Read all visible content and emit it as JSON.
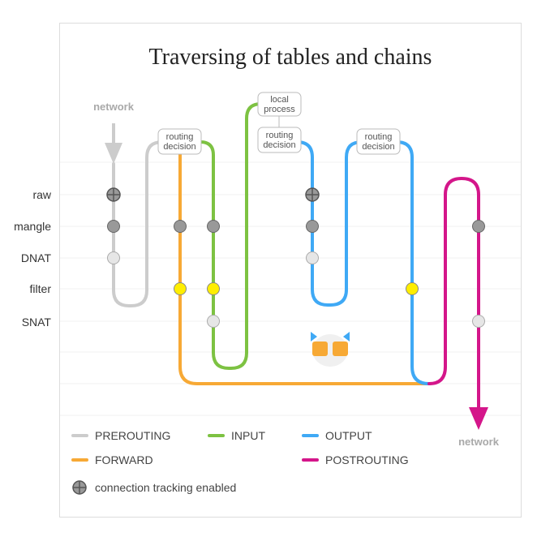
{
  "title": "Traversing of tables and chains",
  "network_in": "network",
  "network_out": "network",
  "rows": {
    "raw": "raw",
    "mangle": "mangle",
    "dnat": "DNAT",
    "filter": "filter",
    "snat": "SNAT"
  },
  "boxes": {
    "routing_decision_1": [
      "routing",
      "decision"
    ],
    "routing_decision_2": [
      "routing",
      "decision"
    ],
    "routing_decision_3": [
      "routing",
      "decision"
    ],
    "local_process": [
      "local",
      "process"
    ]
  },
  "legend": {
    "prerouting": "PREROUTING",
    "input": "INPUT",
    "output": "OUTPUT",
    "forward": "FORWARD",
    "postrouting": "POSTROUTING",
    "conntrack": "connection tracking enabled"
  },
  "colors": {
    "prerouting": "#cccccc",
    "input": "#7dc242",
    "output": "#3fa9f5",
    "forward": "#f7a935",
    "postrouting": "#d4168a",
    "filter_dot": "#ffee00"
  }
}
